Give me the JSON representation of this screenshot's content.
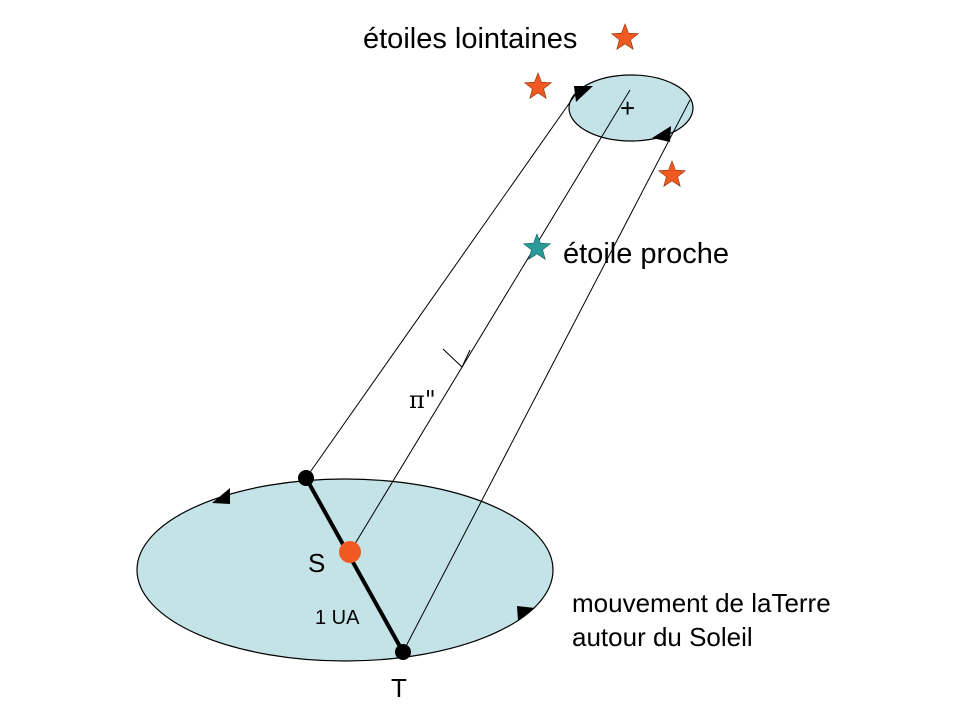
{
  "labels": {
    "distant_stars": "étoiles lointaines",
    "nearby_star": "étoile proche",
    "parallax_angle": "π\"",
    "sun": "S",
    "earth": "T",
    "distance": "1 UA",
    "orbit_caption_line1": "mouvement de laTerre",
    "orbit_caption_line2": "autour du Soleil",
    "sky_center_mark": "+"
  },
  "colors": {
    "ellipse_fill": "#c4e3e6",
    "distant_star": "#f05a22",
    "nearby_star": "#2a9a9a",
    "sun": "#f05a22",
    "line": "#000000"
  },
  "icons": {
    "distant_star": "star-icon",
    "nearby_star": "star-icon",
    "sun": "sun-dot",
    "earth": "earth-dot",
    "direction": "triangle-arrow"
  }
}
